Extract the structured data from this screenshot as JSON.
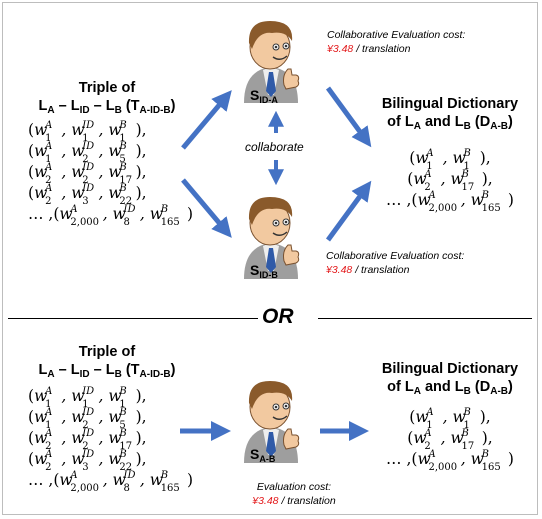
{
  "top": {
    "left_title_line1": "Triple of",
    "left_title_line2": "L",
    "left_title_sub_a": "A",
    "left_title_dash1": " – L",
    "left_title_sub_id": "ID",
    "left_title_dash2": " – L",
    "left_title_sub_b": "B",
    "left_title_paren": " (T",
    "left_title_sub_t": "A-ID-B",
    "left_title_close": ")",
    "triples": [
      [
        "1",
        "1",
        "1"
      ],
      [
        "1",
        "2",
        "5"
      ],
      [
        "2",
        "2",
        "17"
      ],
      [
        "2",
        "3",
        "22"
      ],
      [
        "2,000",
        "8",
        "165"
      ]
    ],
    "right_title_line1": "Bilingual Dictionary",
    "right_title_line2_pre": "of L",
    "right_title_sub_a": "A",
    "right_title_and": " and L",
    "right_title_sub_b": "B",
    "right_title_paren": " (D",
    "right_title_sub_d": "A-B",
    "right_title_close": ")",
    "pairs": [
      [
        "1",
        "1"
      ],
      [
        "2",
        "17"
      ],
      [
        "2,000",
        "165"
      ]
    ],
    "person_top_label": "S",
    "person_top_sub": "ID-A",
    "person_bottom_label": "S",
    "person_bottom_sub": "ID-B",
    "collaborate": "collaborate",
    "cost_top_line1": "Collaborative Evaluation cost:",
    "cost_top_price": "¥3.48",
    "cost_top_unit": " / translation",
    "cost_bottom_line1": "Collaborative Evaluation cost:",
    "cost_bottom_price": "¥3.48",
    "cost_bottom_unit": " / translation"
  },
  "divider_label": "OR",
  "bottom": {
    "person_label": "S",
    "person_sub": "A-B",
    "cost_line1": "Evaluation cost:",
    "cost_price": "¥3.48",
    "cost_unit": " / translation"
  },
  "colors": {
    "arrow": "#4472c4",
    "price": "#e31a1c",
    "frame": "#bdbdbd"
  },
  "icons": [
    "person-thumbs-up-icon",
    "arrow-icon"
  ]
}
